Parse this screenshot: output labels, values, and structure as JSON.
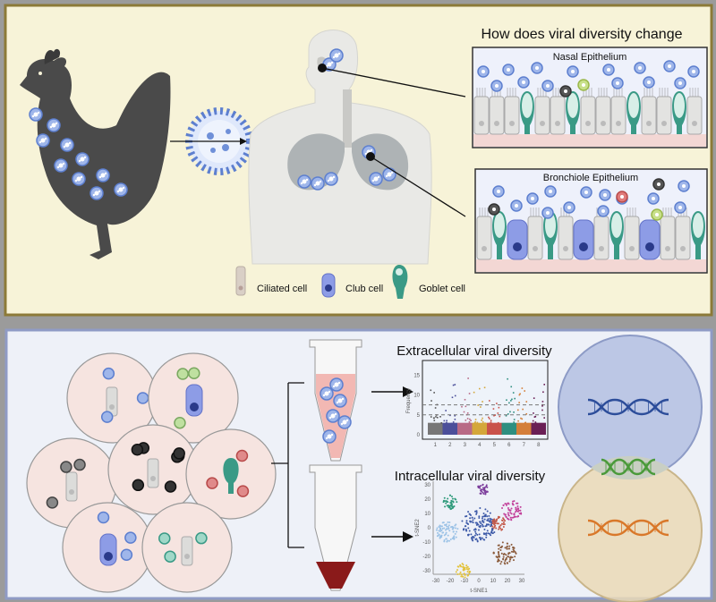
{
  "top": {
    "title": "How does viral diversity change",
    "nasal_label": "Nasal Epithelium",
    "bronchiole_label": "Bronchiole Epithelium",
    "legend": [
      {
        "label": "Ciliated cell",
        "color": "#d9cfc6"
      },
      {
        "label": "Club cell",
        "color": "#7f8fe0"
      },
      {
        "label": "Goblet cell",
        "color": "#3a9a86"
      }
    ]
  },
  "bottom": {
    "extracellular_title": "Extracellular viral diversity",
    "intracellular_title": "Intracellular viral diversity",
    "manhattan": {
      "ylabel": "Frequency",
      "yticks": [
        "0",
        "5",
        "10",
        "15"
      ],
      "xticks": [
        "1",
        "2",
        "3",
        "4",
        "5",
        "6",
        "7",
        "8"
      ],
      "segment_colors": [
        "#777777",
        "#4b4f9a",
        "#b86a86",
        "#d4a73a",
        "#c9524a",
        "#2e8f80",
        "#d47f3a",
        "#6a1f55"
      ]
    },
    "tsne": {
      "xlabel": "t-SNE1",
      "ylabel": "t-SNE2",
      "xticks": [
        "-30",
        "-20",
        "-10",
        "0",
        "10",
        "20",
        "30"
      ],
      "yticks": [
        "30",
        "20",
        "10",
        "0",
        "-10",
        "-20",
        "-30"
      ],
      "cluster_colors": [
        "#2e9a7a",
        "#9bc2e6",
        "#3d5aa8",
        "#7a3a9a",
        "#c2409a",
        "#c45a4a",
        "#8a5a3a",
        "#e3c23a"
      ]
    }
  },
  "colors": {
    "outer_bg": "#9b9b9b",
    "top_bg": "#f7f3d8",
    "top_border": "#8c7a38",
    "bottom_bg": "#eef1f8",
    "bottom_border": "#8f9bc5",
    "virus": "#6f90d8",
    "chicken": "#4a4a4a"
  }
}
